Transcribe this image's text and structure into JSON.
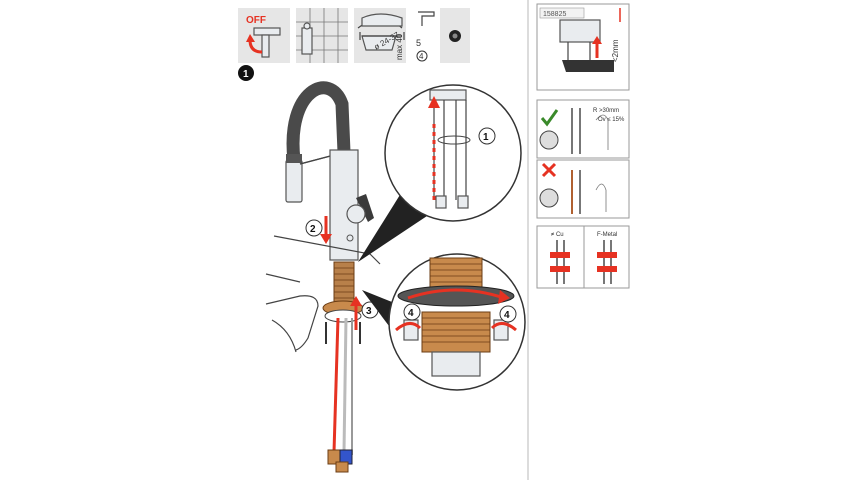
{
  "top_icons": {
    "off_label": "OFF",
    "diameter_label": "ø 24-37",
    "max_label": "max 40",
    "wrench_size": "5",
    "wrench_step": "4"
  },
  "steps": {
    "main": "1",
    "s2": "2",
    "s3": "3",
    "zoom_step": "1",
    "detail_left": "4",
    "detail_right": "4"
  },
  "right_column": {
    "part_number": "158825",
    "gap_label": "<2mm",
    "bend_radius_label": "R >30mm",
    "section_label": "Ov ≤ 15%",
    "hose_label_left": "≠ Cu",
    "hose_label_right": "F-Metal"
  },
  "colors": {
    "accent_red": "#e63222",
    "brass": "#c88a4c",
    "hose_gray": "#4a4a4a",
    "check_green": "#3a8a2a"
  }
}
